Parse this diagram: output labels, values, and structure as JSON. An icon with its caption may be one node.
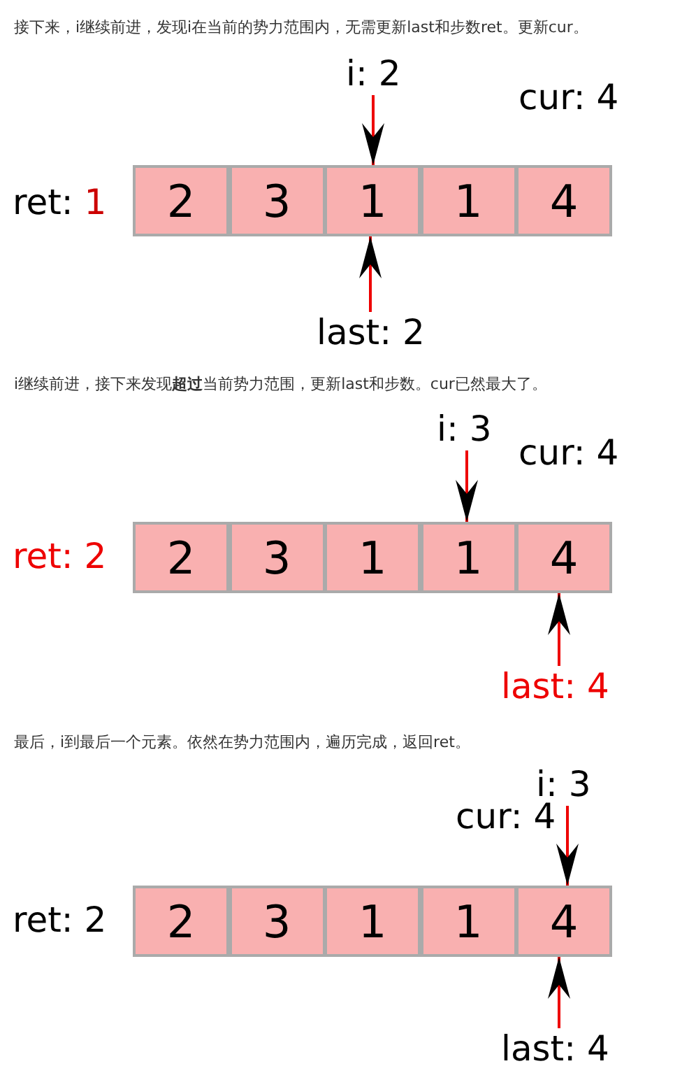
{
  "diagram": {
    "nodes": [
      {
        "text": [
          "i: 2"
        ]
      },
      {
        "text": [
          "2"
        ]
      },
      {
        "text": [
          "3"
        ]
      },
      {
        "text": [
          "1"
        ]
      },
      {
        "text": [
          "1"
        ]
      },
      {
        "text": [
          "4"
        ]
      },
      {
        "text": [
          "last: 2"
        ]
      },
      {
        "text": [
          "i: 3"
        ]
      },
      {
        "text": [
          "2"
        ]
      },
      {
        "text": [
          "3"
        ]
      },
      {
        "text": [
          "1"
        ]
      },
      {
        "text": [
          "1"
        ]
      },
      {
        "text": [
          "4"
        ]
      },
      {
        "text": [
          "last: 4"
        ]
      },
      {
        "text": [
          "i: 3"
        ]
      },
      {
        "text": [
          "2"
        ]
      },
      {
        "text": [
          "3"
        ]
      },
      {
        "text": [
          "1"
        ]
      },
      {
        "text": [
          "1"
        ]
      },
      {
        "text": [
          "4"
        ]
      },
      {
        "text": [
          "last: 4"
        ]
      }
    ],
    "edges": [
      {
        "from": 0,
        "to": 3,
        "arrow": "to"
      },
      {
        "from": 6,
        "to": 3,
        "arrow": "to"
      },
      {
        "from": 7,
        "to": 11,
        "arrow": "to"
      },
      {
        "from": 13,
        "to": 12,
        "arrow": "to"
      },
      {
        "from": 14,
        "to": 19,
        "arrow": "to"
      },
      {
        "from": 20,
        "to": 19,
        "arrow": "to"
      }
    ],
    "labels": [
      "接下来，i继续前进，发现i在当前的势力范围内，无需更新last和步数ret。更新cur。",
      "cur: 4",
      "ret: 1",
      "i继续前进，接下来发现**超过**当前势力范围，更新last和步数。cur已然最大了。",
      "cur: 4",
      "ret: 2",
      "最后，i到最后一个元素。依然在势力范围内，遍历完成，返回ret。",
      "cur: 4",
      "ret: 2"
    ]
  }
}
